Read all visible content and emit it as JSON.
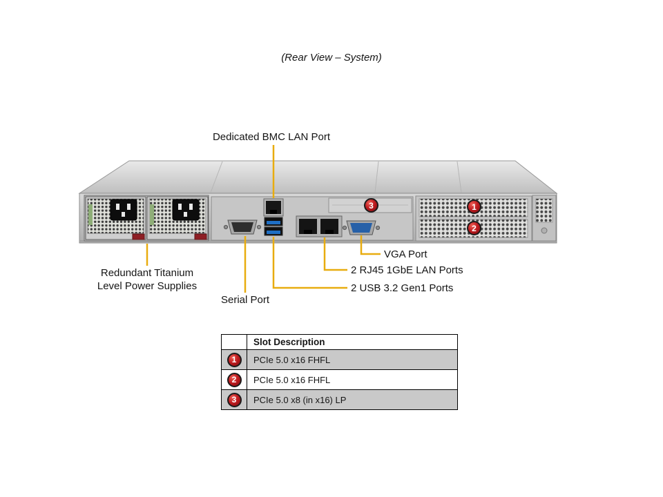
{
  "title": "(Rear View – System)",
  "colors": {
    "leader": "#E8AC0F",
    "marker_red": "#A11218",
    "table_shaded": "#C9C9C9"
  },
  "callouts": {
    "bmc": "Dedicated BMC LAN Port",
    "psu_line1": "Redundant Titanium",
    "psu_line2": "Level Power Supplies",
    "serial": "Serial Port",
    "vga": "VGA Port",
    "lan": "2 RJ45 1GbE LAN Ports",
    "usb": "2 USB 3.2 Gen1 Ports"
  },
  "markers": [
    "1",
    "2",
    "3"
  ],
  "table": {
    "header": "Slot Description",
    "rows": [
      {
        "num": "1",
        "desc": "PCIe 5.0 x16 FHFL"
      },
      {
        "num": "2",
        "desc": "PCIe 5.0 x16 FHFL"
      },
      {
        "num": "3",
        "desc": "PCIe 5.0 x8 (in x16) LP"
      }
    ]
  }
}
